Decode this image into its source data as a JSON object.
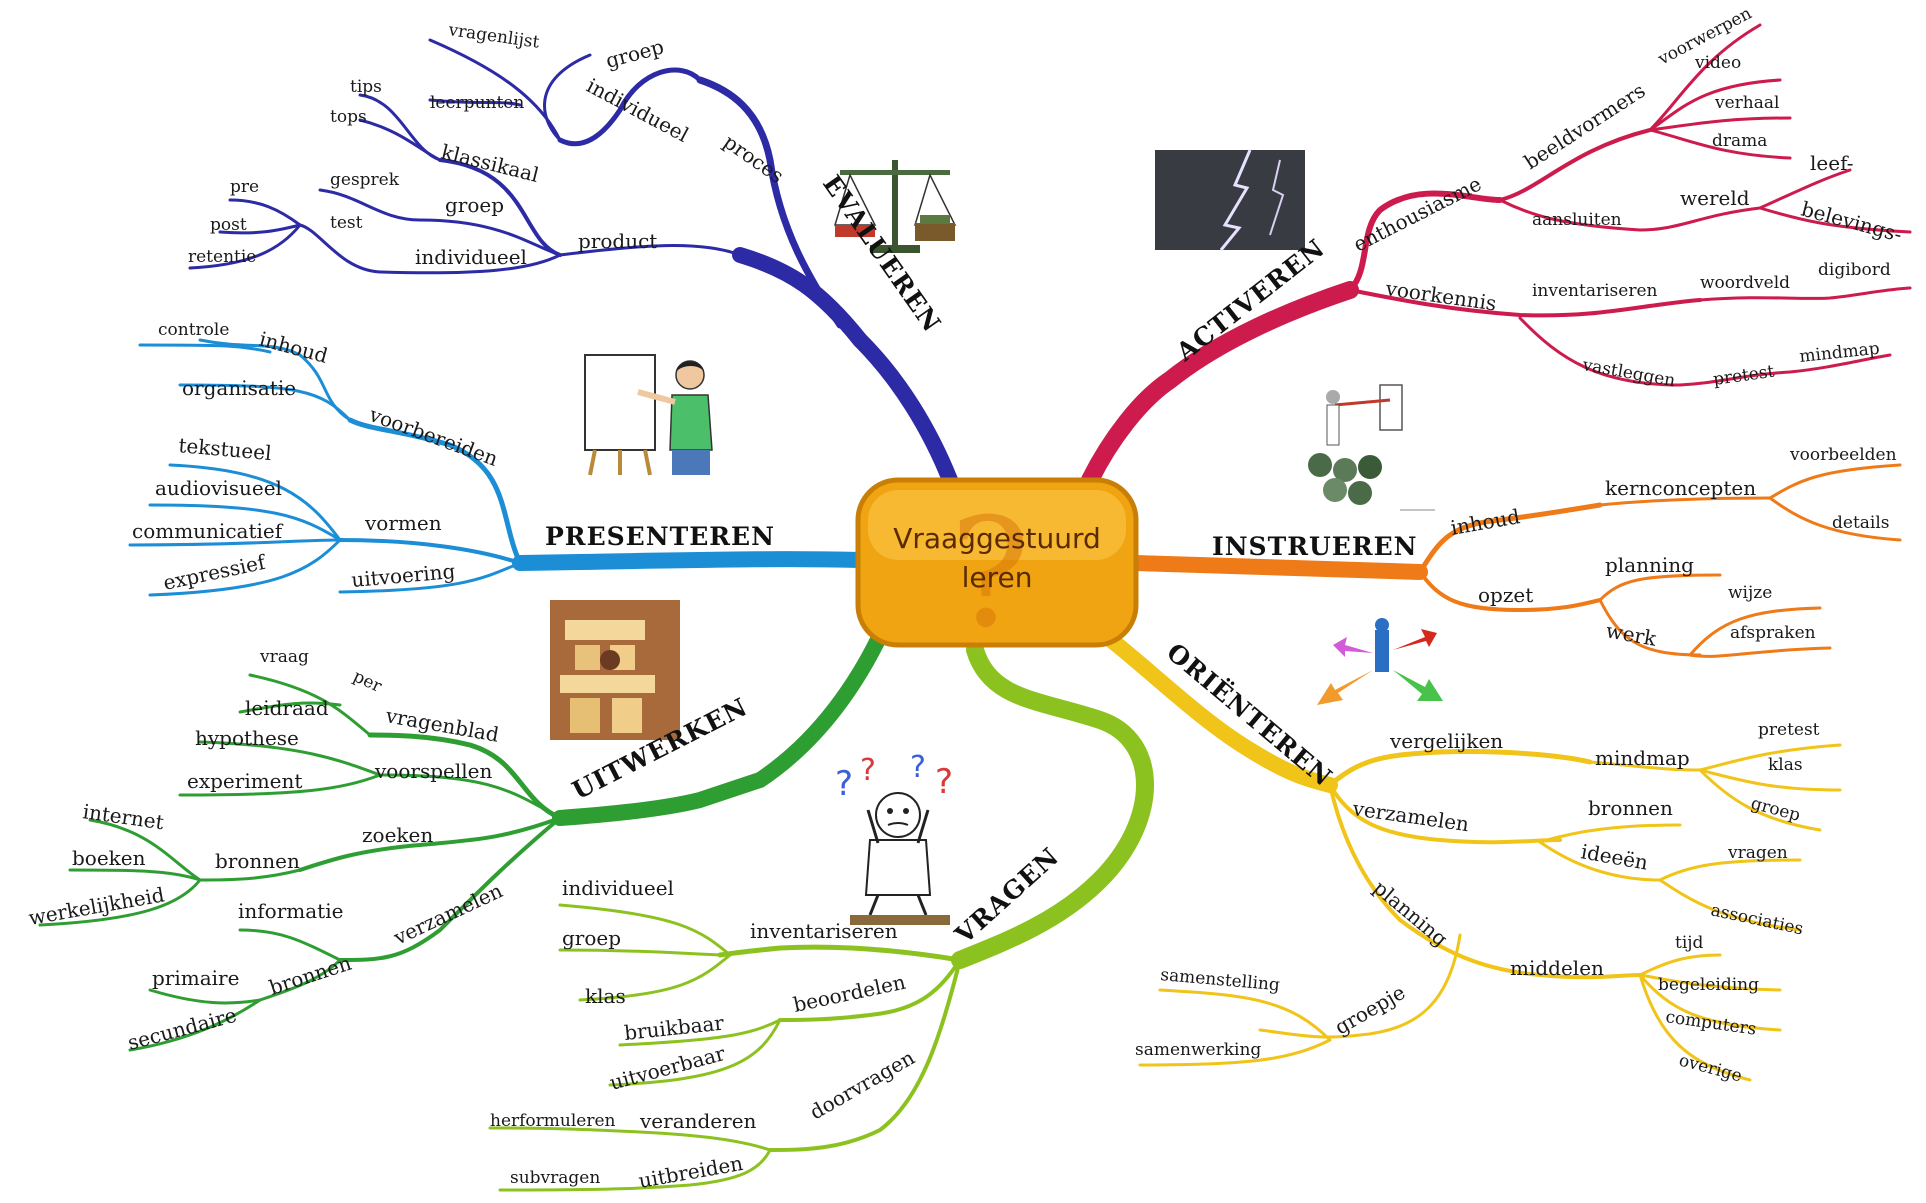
{
  "center": {
    "line1": "Vraaggestuurd",
    "line2": "leren",
    "symbol": "?"
  },
  "colors": {
    "evalueren": "#2d2aa5",
    "activeren": "#cc1b4c",
    "presenteren": "#1b8ed6",
    "instrueren": "#ef7a18",
    "uitwerken": "#2e9e33",
    "orienteren": "#f0c418",
    "vragen": "#8cc21f",
    "center_fill": "#f0a412",
    "center_border": "#c97f06"
  },
  "icons": {
    "evalueren": "balance-scale-icon",
    "activeren": "lightning-icon",
    "presenteren": "presenter-easel-icon",
    "instrueren": "teacher-group-icon",
    "uitwerken": "building-blocks-icon",
    "orienteren": "direction-arrows-icon",
    "vragen": "confused-person-icon"
  },
  "branches": {
    "evalueren": {
      "title": "EVALUEREN",
      "proces": "proces",
      "groep": "groep",
      "individueel": "individueel",
      "vragenlijst": "vragenlijst",
      "leerpunten": "leerpunten",
      "klassikaal": "klassikaal",
      "tips": "tips",
      "tops": "tops",
      "product": "product",
      "groep2": "groep",
      "gesprek": "gesprek",
      "individueel2": "individueel",
      "test": "test",
      "pre": "pre",
      "post": "post",
      "retentie": "retentie"
    },
    "activeren": {
      "title": "ACTIVEREN",
      "enthousiasme": "enthousiasme",
      "beeldvormers": "beeldvormers",
      "voorwerpen": "voorwerpen",
      "video": "video",
      "verhaal": "verhaal",
      "drama": "drama",
      "aansluiten": "aansluiten",
      "wereld": "wereld",
      "leef": "leef-",
      "belevings": "belevings-",
      "voorkennis": "voorkennis",
      "inventariseren": "inventariseren",
      "woordveld": "woordveld",
      "digibord": "digibord",
      "vastleggen": "vastleggen",
      "pretest": "pretest",
      "mindmap": "mindmap"
    },
    "presenteren": {
      "title": "PRESENTEREN",
      "voorbereiden": "voorbereiden",
      "inhoud": "inhoud",
      "controle": "controle",
      "organisatie": "organisatie",
      "vormen": "vormen",
      "tekstueel": "tekstueel",
      "audiovisueel": "audiovisueel",
      "communicatief": "communicatief",
      "expressief": "expressief",
      "uitvoering": "uitvoering"
    },
    "instrueren": {
      "title": "INSTRUEREN",
      "inhoud": "inhoud",
      "kernconcepten": "kernconcepten",
      "voorbeelden": "voorbeelden",
      "details": "details",
      "opzet": "opzet",
      "planning": "planning",
      "werk": "werk",
      "wijze": "wijze",
      "afspraken": "afspraken"
    },
    "uitwerken": {
      "title": "UITWERKEN",
      "vragenblad": "vragenblad",
      "per": "per",
      "vraag": "vraag",
      "leidraad": "leidraad",
      "voorspellen": "voorspellen",
      "hypothese": "hypothese",
      "experiment": "experiment",
      "zoeken": "zoeken",
      "bronnen": "bronnen",
      "internet": "internet",
      "boeken": "boeken",
      "werkelijkheid": "werkelijkheid",
      "verzamelen": "verzamelen",
      "informatie": "informatie",
      "bronnen2": "bronnen",
      "primaire": "primaire",
      "secundaire": "secundaire"
    },
    "orienteren": {
      "title": "ORIËNTEREN",
      "vergelijken": "vergelijken",
      "mindmap": "mindmap",
      "pretest": "pretest",
      "klas": "klas",
      "groep": "groep",
      "verzamelen": "verzamelen",
      "bronnen": "bronnen",
      "ideeen": "ideeën",
      "vragen": "vragen",
      "associaties": "associaties",
      "planning": "planning",
      "middelen": "middelen",
      "tijd": "tijd",
      "begeleiding": "begeleiding",
      "computers": "computers",
      "overige": "overige",
      "groepje": "groepje",
      "samenstelling": "samenstelling",
      "samenwerking": "samenwerking"
    },
    "vragen": {
      "title": "VRAGEN",
      "inventariseren": "inventariseren",
      "individueel": "individueel",
      "groep": "groep",
      "klas": "klas",
      "beoordelen": "beoordelen",
      "bruikbaar": "bruikbaar",
      "uitvoerbaar": "uitvoerbaar",
      "doorvragen": "doorvragen",
      "veranderen": "veranderen",
      "herformuleren": "herformuleren",
      "uitbreiden": "uitbreiden",
      "subvragen": "subvragen"
    }
  }
}
